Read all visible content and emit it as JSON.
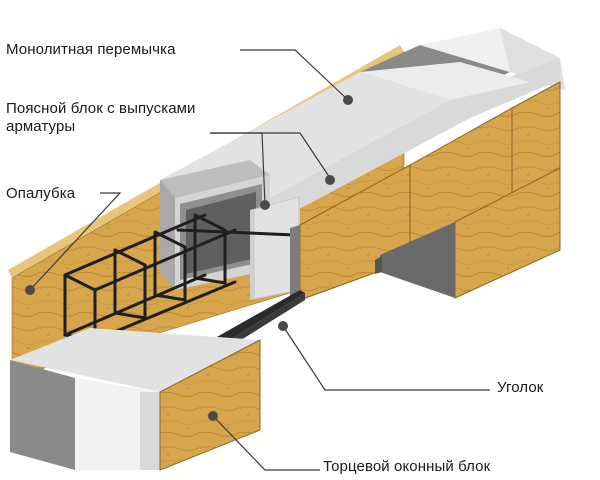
{
  "labels": {
    "lintel": "Монолитная перемычка",
    "belt_block": "Поясной блок с выпусками арматуры",
    "formwork": "Опалубка",
    "angle": "Уголок",
    "end_block": "Торцевой оконный блок"
  },
  "colors": {
    "wood": "#d4a24a",
    "wood_dark": "#b07f2b",
    "concrete_top": "#e6e6e6",
    "concrete_light": "#f0f0f0",
    "concrete_side": "#c8c8c8",
    "block_dark": "#6f6f6f",
    "steel": "#2a2a2a",
    "leader": "#3a3a3a",
    "marker": "#4a4a4a"
  }
}
